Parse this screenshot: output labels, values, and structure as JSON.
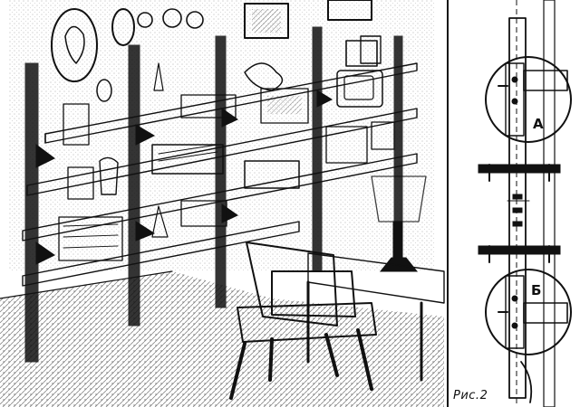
{
  "figure": {
    "caption": "Рис.2",
    "callout_a": "А",
    "callout_b": "Б"
  },
  "colors": {
    "ink": "#111111",
    "paper": "#ffffff"
  }
}
